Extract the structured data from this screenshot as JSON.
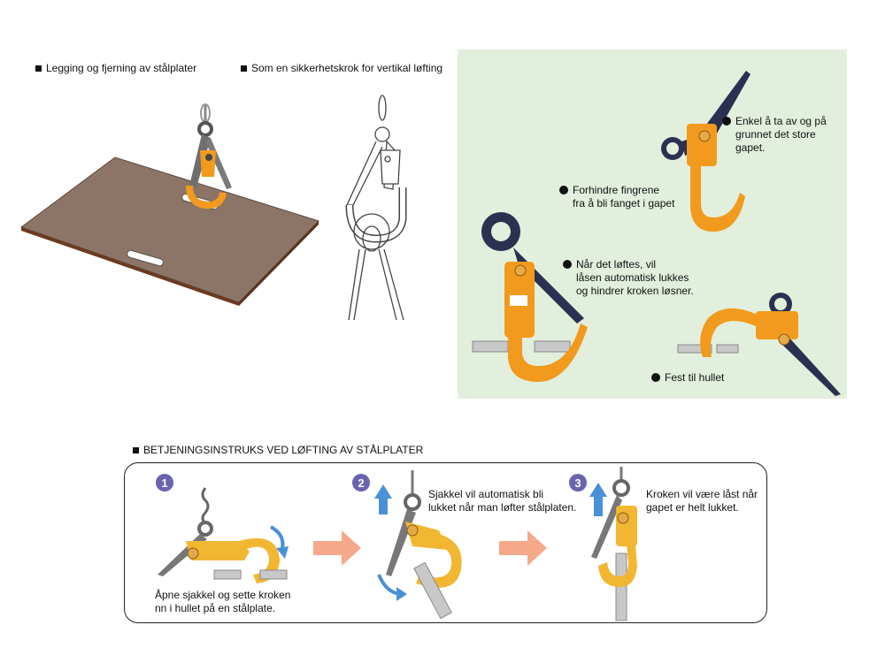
{
  "headings": {
    "plates": "Legging og fjerning av stålplater",
    "vertical": "Som en sikkerhetskrok for vertikal løfting",
    "instructions": "BETJENINGSINSTRUKS VED LØFTING AV STÅLPLATER"
  },
  "features": [
    {
      "text": "Enkel å ta av og på\ngrunnet det store\ngapet."
    },
    {
      "text": "Forhindre fingrene\nfra å bli fanget i gapet"
    },
    {
      "text": "Når det løftes, vil\nlåsen automatisk lukkes\nog hindrer kroken løsner."
    },
    {
      "text": "Fest til hullet"
    }
  ],
  "steps": [
    {
      "num": "1",
      "text": "Åpne sjakkel og sette kroken\nnn i hullet på en stålplate."
    },
    {
      "num": "2",
      "text": "Sjakkel vil automatisk bli\nlukket når man løfter stålplaten."
    },
    {
      "num": "3",
      "text": "Kroken vil være låst når\ngapet er helt lukket."
    }
  ],
  "colors": {
    "hook_orange": "#f29a1e",
    "latch_navy": "#2b3150",
    "plate_brown": "#8c7566",
    "panel_green": "#e2efdd",
    "step_badge": "#6a64b0",
    "arrow_salmon": "#f6a98a",
    "arrow_blue": "#4a90d9"
  }
}
